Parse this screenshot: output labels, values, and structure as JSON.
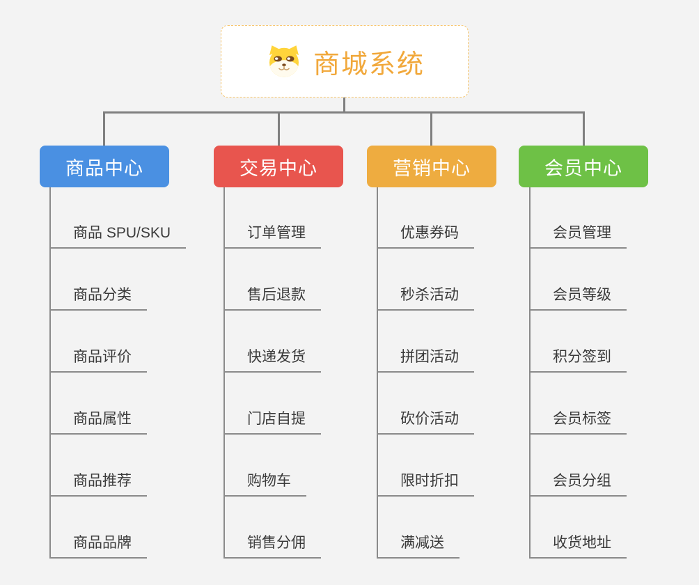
{
  "root": {
    "title": "商城系统",
    "icon": "shiba-dog-icon"
  },
  "branches": [
    {
      "label": "商品中心",
      "color": "#4A90E2",
      "items": [
        "商品 SPU/SKU",
        "商品分类",
        "商品评价",
        "商品属性",
        "商品推荐",
        "商品品牌"
      ]
    },
    {
      "label": "交易中心",
      "color": "#E8554E",
      "items": [
        "订单管理",
        "售后退款",
        "快递发货",
        "门店自提",
        "购物车",
        "销售分佣"
      ]
    },
    {
      "label": "营销中心",
      "color": "#EEAC40",
      "items": [
        "优惠券码",
        "秒杀活动",
        "拼团活动",
        "砍价活动",
        "限时折扣",
        "满减送"
      ]
    },
    {
      "label": "会员中心",
      "color": "#6EC146",
      "items": [
        "会员管理",
        "会员等级",
        "积分签到",
        "会员标签",
        "会员分组",
        "收货地址"
      ]
    }
  ],
  "style": {
    "title_color": "#F1A83B",
    "connector_color": "#7F7F7F",
    "underline_color": "#8A8A8A",
    "background_color": "#F3F3F3",
    "item_text_color": "#3A3A3A",
    "root_border_color": "#F6C46A"
  }
}
